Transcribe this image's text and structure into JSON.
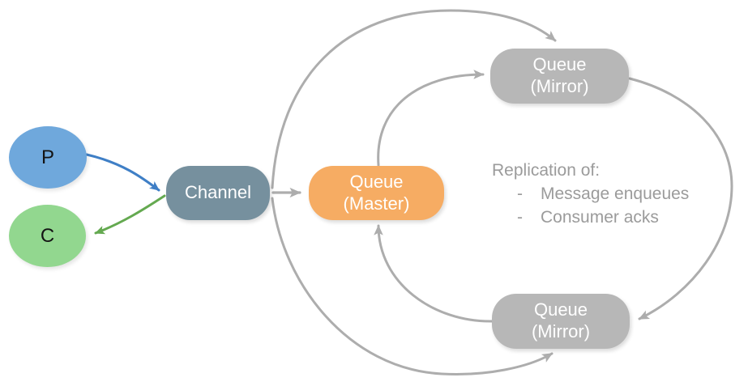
{
  "diagram": {
    "nodes": {
      "producer": {
        "label": "P",
        "fill": "#6FA8DC"
      },
      "consumer": {
        "label": "C",
        "fill": "#92D78F"
      },
      "channel": {
        "label": "Channel",
        "fill": "#76909E",
        "text_color": "#FFFFFF"
      },
      "queue_master": {
        "line1": "Queue",
        "line2": "(Master)",
        "fill": "#F6AC63",
        "text_color": "#FFFFFF"
      },
      "queue_mirror_top": {
        "line1": "Queue",
        "line2": "(Mirror)",
        "fill": "#B7B7B7",
        "text_color": "#FFFFFF"
      },
      "queue_mirror_bottom": {
        "line1": "Queue",
        "line2": "(Mirror)",
        "fill": "#B7B7B7",
        "text_color": "#FFFFFF"
      }
    },
    "note": {
      "heading": "Replication of:",
      "bullet": "-",
      "items": [
        {
          "text": "Message enqueues"
        },
        {
          "text": "Consumer acks"
        }
      ],
      "color": "#9B9B9B"
    },
    "edges": [
      {
        "id": "producer-to-channel",
        "from": "producer",
        "to": "channel",
        "color": "#3F7FC6"
      },
      {
        "id": "channel-to-consumer",
        "from": "channel",
        "to": "consumer",
        "color": "#64A950"
      },
      {
        "id": "channel-to-queue-master",
        "from": "channel",
        "to": "queue_master",
        "color": "#ADADAD"
      },
      {
        "id": "channel-to-queue-mirror-top",
        "from": "channel",
        "to": "queue_mirror_top",
        "color": "#ADADAD"
      },
      {
        "id": "queue-master-to-queue-mirror-top",
        "from": "queue_master",
        "to": "queue_mirror_top",
        "color": "#ADADAD"
      },
      {
        "id": "queue-mirror-top-to-queue-mirror-bottom",
        "from": "queue_mirror_top",
        "to": "queue_mirror_bottom",
        "color": "#ADADAD"
      },
      {
        "id": "queue-mirror-bottom-to-queue-master",
        "from": "queue_mirror_bottom",
        "to": "queue_master",
        "color": "#ADADAD"
      },
      {
        "id": "channel-to-queue-mirror-bottom",
        "from": "channel",
        "to": "queue_mirror_bottom",
        "color": "#ADADAD"
      }
    ]
  }
}
